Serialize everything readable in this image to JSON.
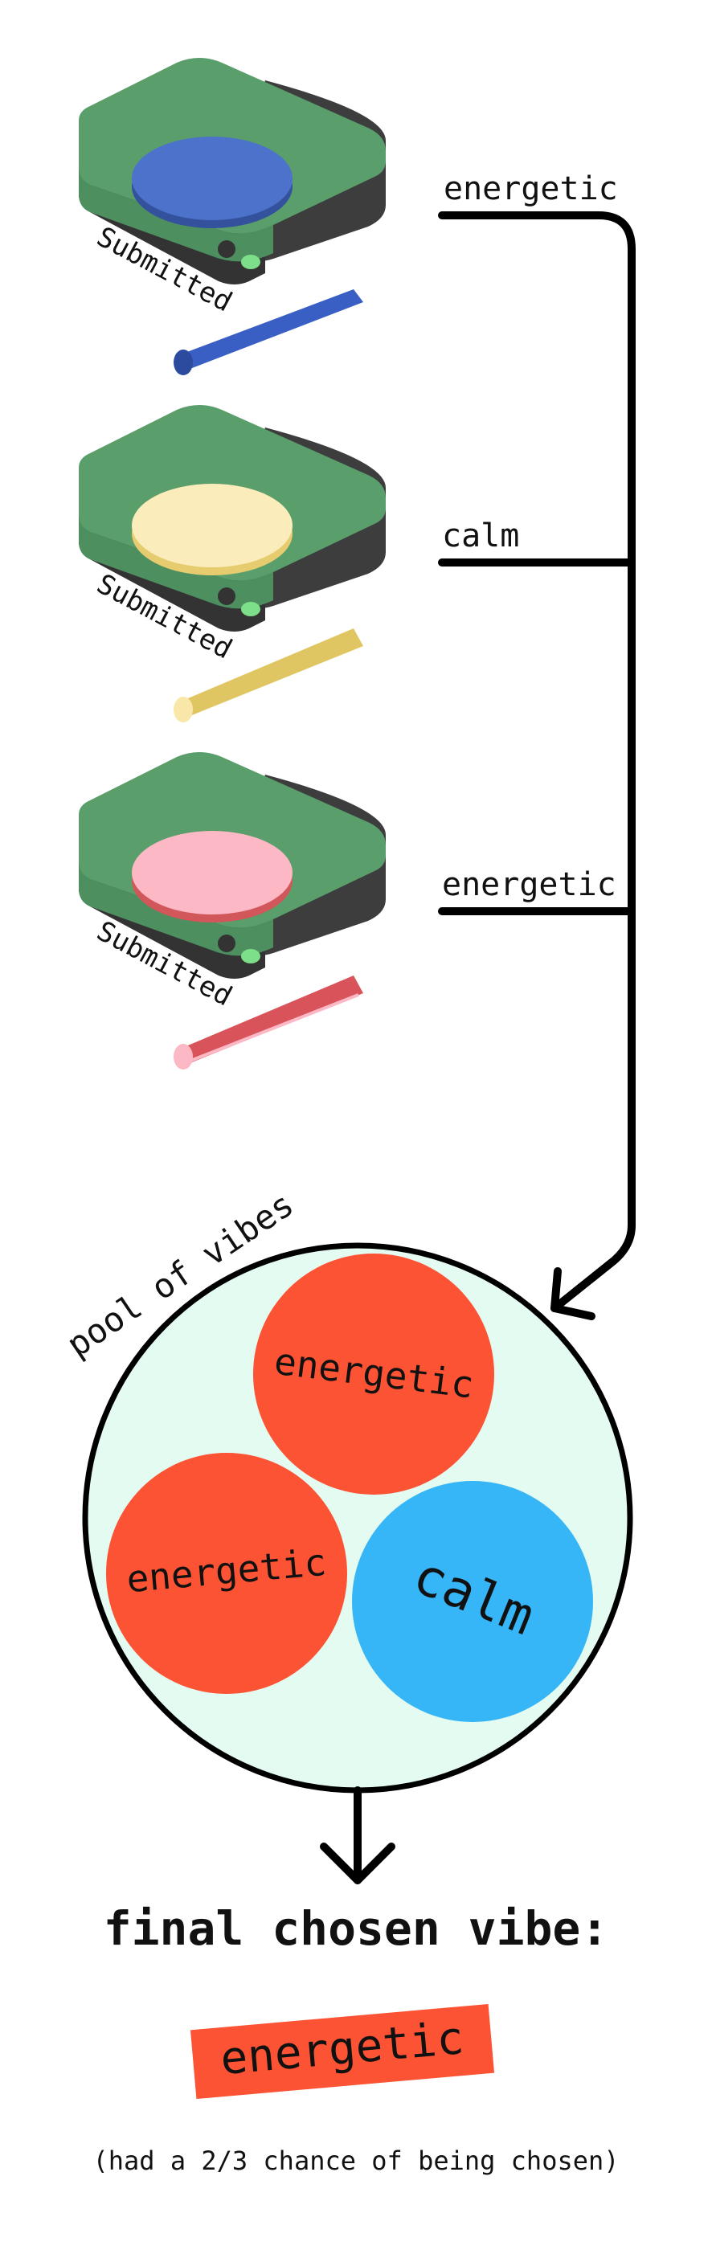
{
  "colors": {
    "background": "#ffffff",
    "device_body": "#5a9e6c",
    "device_side": "#3d3d3d",
    "line": "#000000",
    "pool_fill": "#e4fbf2",
    "energetic": "#fb5333",
    "calm": "#36b5f7"
  },
  "devices": [
    {
      "status": "Submitted",
      "vote": "energetic",
      "disc_color": "#4d72cb",
      "disc_rim": "#33519c",
      "stick_color": "#3a5fc4",
      "stick_end": "#2c4a9e",
      "led_color": "#7ddf8a",
      "icon": "turntable-device-icon"
    },
    {
      "status": "Submitted",
      "vote": "calm",
      "disc_color": "#fbecbb",
      "disc_rim": "#e6cc6e",
      "stick_color": "#e0c663",
      "stick_end": "#f8e7a8",
      "led_color": "#7ddf8a",
      "icon": "turntable-device-icon"
    },
    {
      "status": "Submitted",
      "vote": "energetic",
      "disc_color": "#fcb8c5",
      "disc_rim": "#d2575a",
      "stick_color": "#d9535a",
      "stick_end": "#fcb8c5",
      "led_color": "#7ddf8a",
      "icon": "turntable-device-icon"
    }
  ],
  "pool": {
    "label": "pool of vibes",
    "balls": [
      {
        "text": "energetic",
        "color": "#fb5333"
      },
      {
        "text": "energetic",
        "color": "#fb5333"
      },
      {
        "text": "calm",
        "color": "#36b5f7"
      }
    ]
  },
  "result": {
    "heading": "final chosen vibe:",
    "chosen": "energetic",
    "chosen_color": "#fb5333",
    "note": "(had a 2/3 chance of being chosen)"
  }
}
